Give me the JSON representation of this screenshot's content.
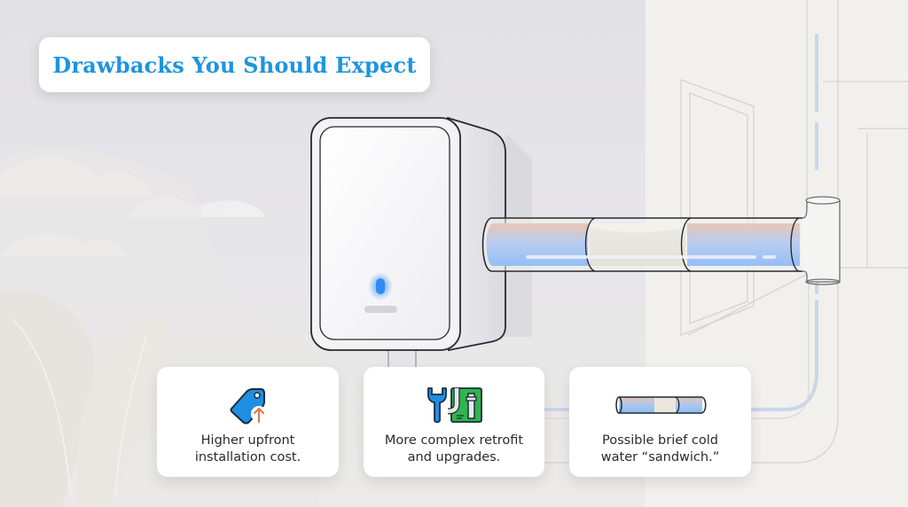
{
  "title": "Drawbacks You Should Expect",
  "colors": {
    "title_blue": "#1d95df",
    "background_left": "#e2e1e6",
    "background_right": "#f1f0ec",
    "hot_water": "#e8c4b4",
    "cold_water": "#9cc3f2",
    "indicator_led": "#2f8cf0"
  },
  "illustration": {
    "device": "tankless-water-heater",
    "pipe_segments": [
      "hot",
      "cold-sandwich",
      "hot"
    ],
    "led_indicator": "blue"
  },
  "cards": [
    {
      "icon": "price-tag-up-icon",
      "label_line1": "Higher upfront",
      "label_line2": "installation cost."
    },
    {
      "icon": "wrench-pipe-icon",
      "label_line1": "More complex retrofit",
      "label_line2": "and upgrades."
    },
    {
      "icon": "pipe-sandwich-icon",
      "label_line1": "Possible brief cold",
      "label_line2": "water “sandwich.”"
    }
  ]
}
